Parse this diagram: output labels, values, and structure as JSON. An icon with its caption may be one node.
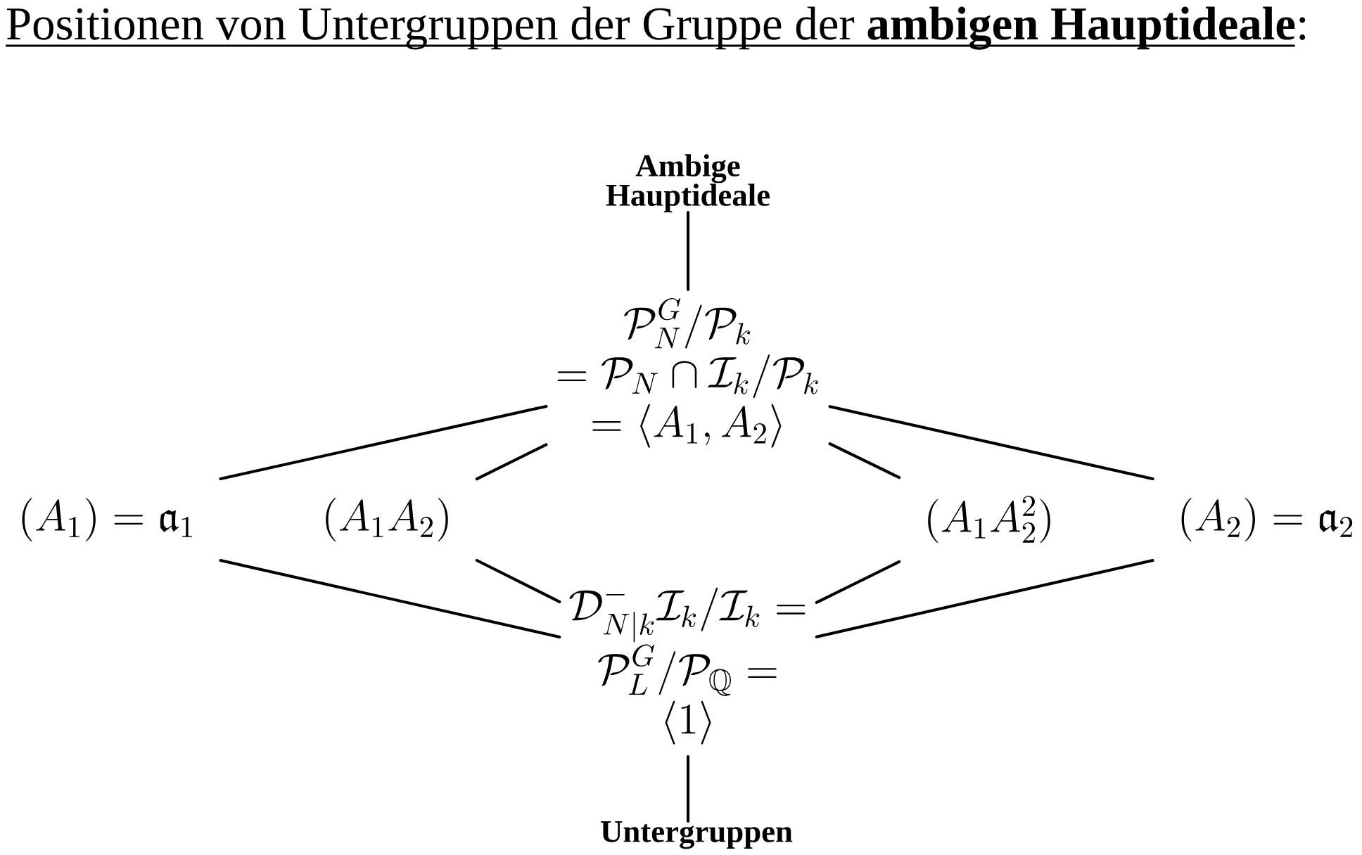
{
  "diagram": {
    "title": "Positionen von Untergruppen der Gruppe der **ambigen Hauptideale**:",
    "nodes": [
      {
        "text": [
          "Ambige Hauptideale"
        ]
      },
      {
        "text": [
          "\\begin{gathered}\\mathcal{P}_N^G/\\mathcal{P}_k\\\\=\\mathcal{P}_N\\cap\\mathcal{I}_k/\\mathcal{P}_k\\\\=\\langle A_1,A_2\\rangle\\end{gathered}"
        ]
      },
      {
        "text": [
          "(A_1)=\\mathfrak{a}_1"
        ]
      },
      {
        "text": [
          "(A_1A_2)"
        ]
      },
      {
        "text": [
          "(A_1A_2^2)"
        ]
      },
      {
        "text": [
          "(A_2)=\\mathfrak{a}_2"
        ]
      },
      {
        "text": [
          "\\begin{gathered}\\mathcal{D}_{N|k}^{-}\\mathcal{I}_k/\\mathcal{I}_k=\\\\\\mathcal{P}_L^G/\\mathcal{P}_{\\mathbb{Q}}=\\\\\\langle 1\\rangle\\end{gathered}"
        ]
      },
      {
        "text": [
          "Untergruppen"
        ]
      }
    ],
    "edges": [
      {
        "from": 0,
        "to": 1,
        "arrow": "none"
      },
      {
        "from": 2,
        "to": 1,
        "arrow": "none"
      },
      {
        "from": 3,
        "to": 1,
        "arrow": "none"
      },
      {
        "from": 4,
        "to": 1,
        "arrow": "none"
      },
      {
        "from": 5,
        "to": 1,
        "arrow": "none"
      },
      {
        "from": 2,
        "to": 6,
        "arrow": "none"
      },
      {
        "from": 3,
        "to": 6,
        "arrow": "none"
      },
      {
        "from": 4,
        "to": 6,
        "arrow": "none"
      },
      {
        "from": 5,
        "to": 6,
        "arrow": "none"
      },
      {
        "from": 7,
        "to": 6,
        "arrow": "none"
      }
    ]
  }
}
